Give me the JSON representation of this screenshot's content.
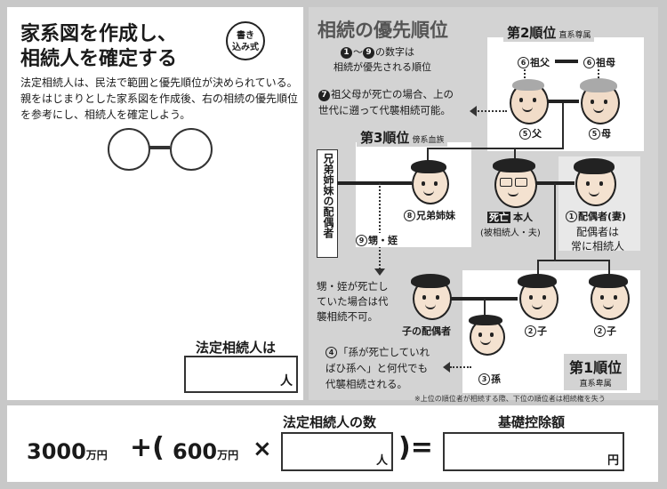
{
  "left": {
    "title_line1": "家系図を作成し、",
    "title_line2": "相続人を確定する",
    "badge_line1": "書き",
    "badge_line2": "込み式",
    "body": "法定相続人は、民法で範囲と優先順位が決められている。親をはじまりとした家系図を作成後、右の相続の優先順位を参考にし、相続人を確定しよう。",
    "heirs_label": "法定相続人は",
    "heirs_unit": "人"
  },
  "right": {
    "title": "相続の優先順位",
    "note_num_a": "1",
    "note_num_b": "9",
    "note_line1": "の数字は",
    "note_line2": "相続が優先される順位",
    "rank2_label": "第2順位",
    "rank2_sub": "直系尊属",
    "grandfather_num": "6",
    "grandfather": "祖父",
    "grandmother_num": "6",
    "grandmother": "祖母",
    "grandparent_note_num": "7",
    "grandparent_note_line1": "祖父母が死亡の場合、上の",
    "grandparent_note_line2": "世代に遡って代襲相続可能。",
    "father_num": "5",
    "father": "父",
    "mother_num": "5",
    "mother": "母",
    "rank3_label": "第3順位",
    "rank3_sub": "傍系血族",
    "sibling_spouse_vertical": "兄弟姉妹の配偶者",
    "sibling_num": "8",
    "sibling": "兄弟姉妹",
    "deceased_tag": "死亡",
    "self": "本人",
    "self_sub": "(被相続人・夫)",
    "spouse_num": "1",
    "spouse": "配偶者(妻)",
    "spouse_note_line1": "配偶者は",
    "spouse_note_line2": "常に相続人",
    "nephew_num": "9",
    "nephew": "甥・姪",
    "nephew_note_line1": "甥・姪が死亡し",
    "nephew_note_line2": "ていた場合は代",
    "nephew_note_line3": "襲相続不可。",
    "child_spouse": "子の配偶者",
    "child_num": "2",
    "child": "子",
    "child2_num": "2",
    "child2": "子",
    "grandchild_num": "3",
    "grandchild": "孫",
    "grandchild_note_num": "4",
    "grandchild_note_line1": "「孫が死亡していれ",
    "grandchild_note_line2": "ばひ孫へ」と何代でも",
    "grandchild_note_line3": "代襲相続される。",
    "rank1_label": "第1順位",
    "rank1_sub": "直系卑属",
    "footnote": "※上位の順位者が相続する際、下位の順位者は相続権を失う"
  },
  "formula": {
    "base": "3000",
    "base_unit": "万円",
    "plus": "+(",
    "per": "600",
    "per_unit": "万円",
    "times": "×",
    "count_label": "法定相続人の数",
    "count_unit": "人",
    "close": ")=",
    "result_label": "基礎控除額",
    "result_unit": "円"
  }
}
